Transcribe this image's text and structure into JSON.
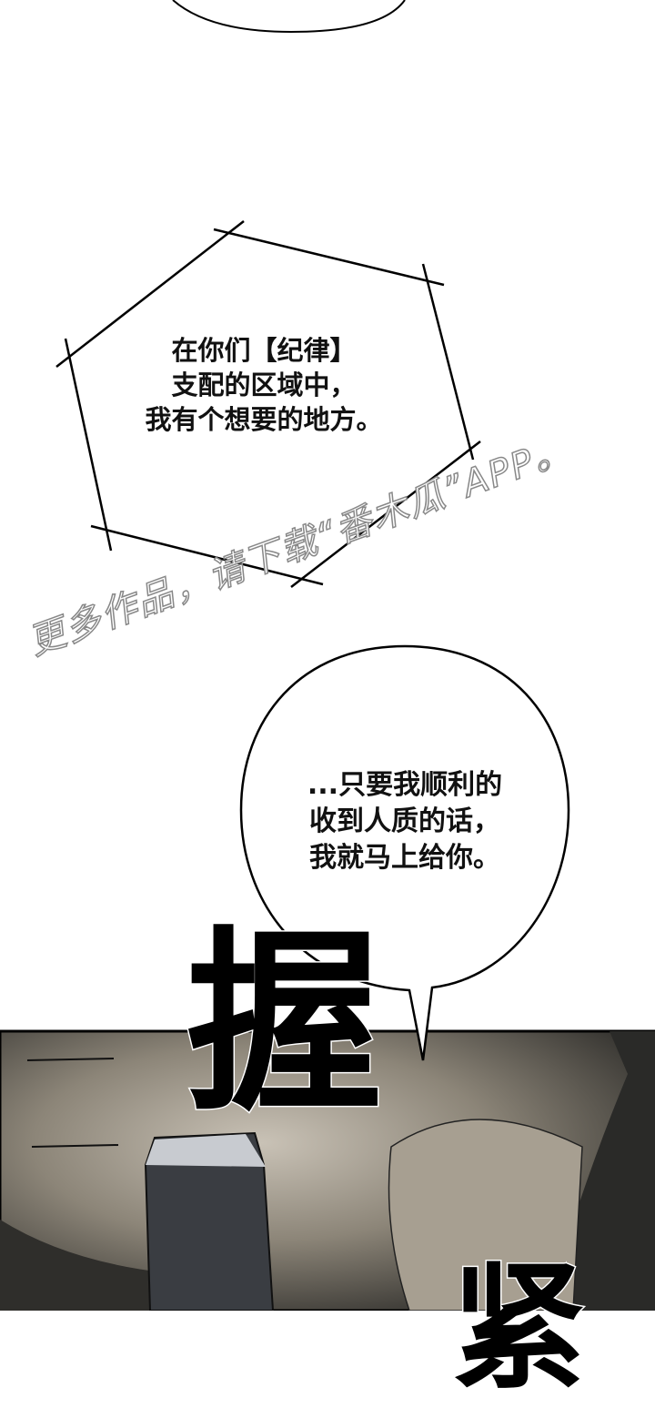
{
  "narration_box": {
    "lines": [
      "在你们【纪律】",
      "支配的区域中，",
      "我有个想要的地方。"
    ]
  },
  "speech_bubble": {
    "lines": [
      "...只要我顺利的",
      "收到人质的话，",
      "我就马上给你。"
    ]
  },
  "sound_effects": {
    "grip": "握",
    "second": "紧"
  },
  "watermark": {
    "text": "更多作品，请下载“番木瓜”APP。"
  },
  "colors": {
    "panel_bg": "#8c8578",
    "dark": "#2a2a28",
    "device": "#3a3d42"
  }
}
